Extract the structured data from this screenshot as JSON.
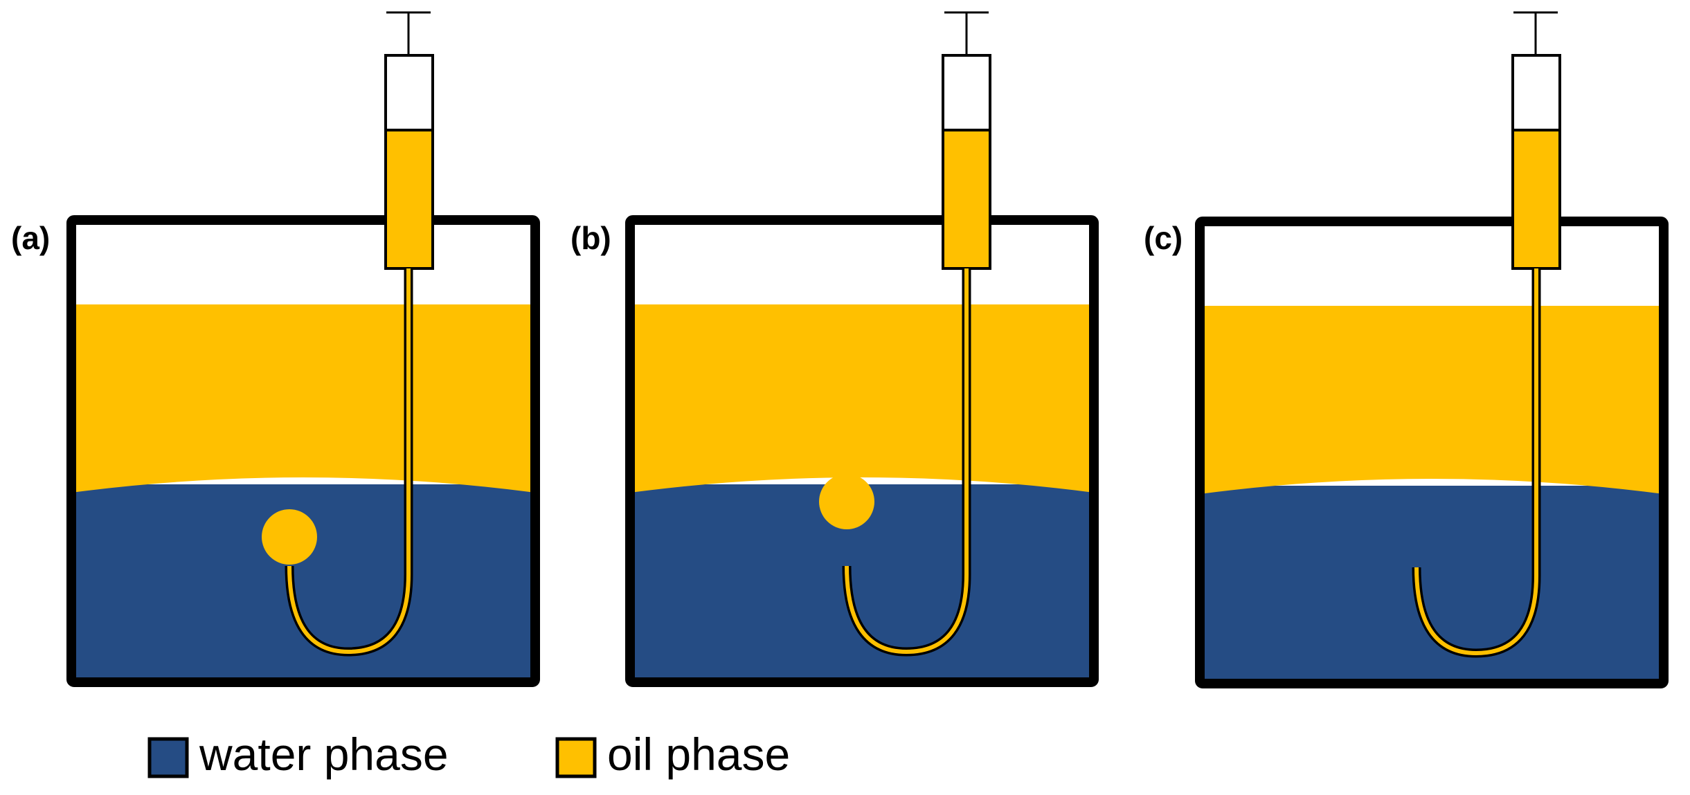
{
  "colors": {
    "water": "#254C84",
    "oil": "#FFC000",
    "outline": "#000000",
    "background": "#FFFFFF"
  },
  "panels": [
    {
      "label": "(a)",
      "droplet": "detached in water phase"
    },
    {
      "label": "(b)",
      "droplet": "at oil-water interface"
    },
    {
      "label": "(c)",
      "droplet": "none"
    }
  ],
  "legend": {
    "items": [
      {
        "label": "water phase",
        "color_key": "water"
      },
      {
        "label": "oil phase",
        "color_key": "oil"
      }
    ]
  },
  "icons": {
    "syringe": "syringe-icon",
    "needle": "bent-needle-icon"
  }
}
